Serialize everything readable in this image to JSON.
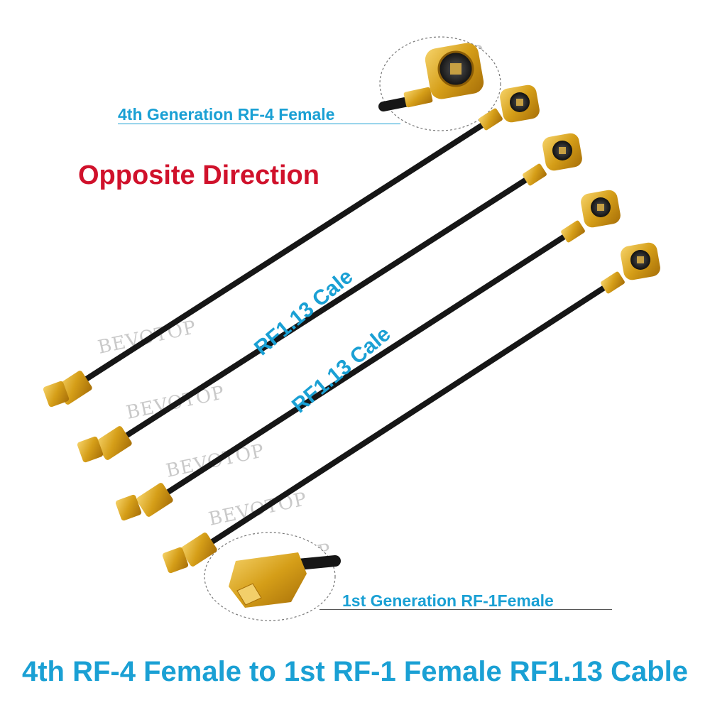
{
  "labels": {
    "top_connector": "4th Generation RF-4 Female",
    "bottom_connector": "1st Generation RF-1Female",
    "direction": "Opposite Direction",
    "cable_type_1": "RF1.13 Cale",
    "cable_type_2": "RF1.13 Cale",
    "product_title": "4th RF-4 Female to 1st RF-1 Female RF1.13 Cable"
  },
  "watermark": "BEVOTOP",
  "colors": {
    "accent_blue": "#1aa0d4",
    "accent_red": "#d0112b",
    "gold": "#d9a21b",
    "cable": "#161616"
  }
}
